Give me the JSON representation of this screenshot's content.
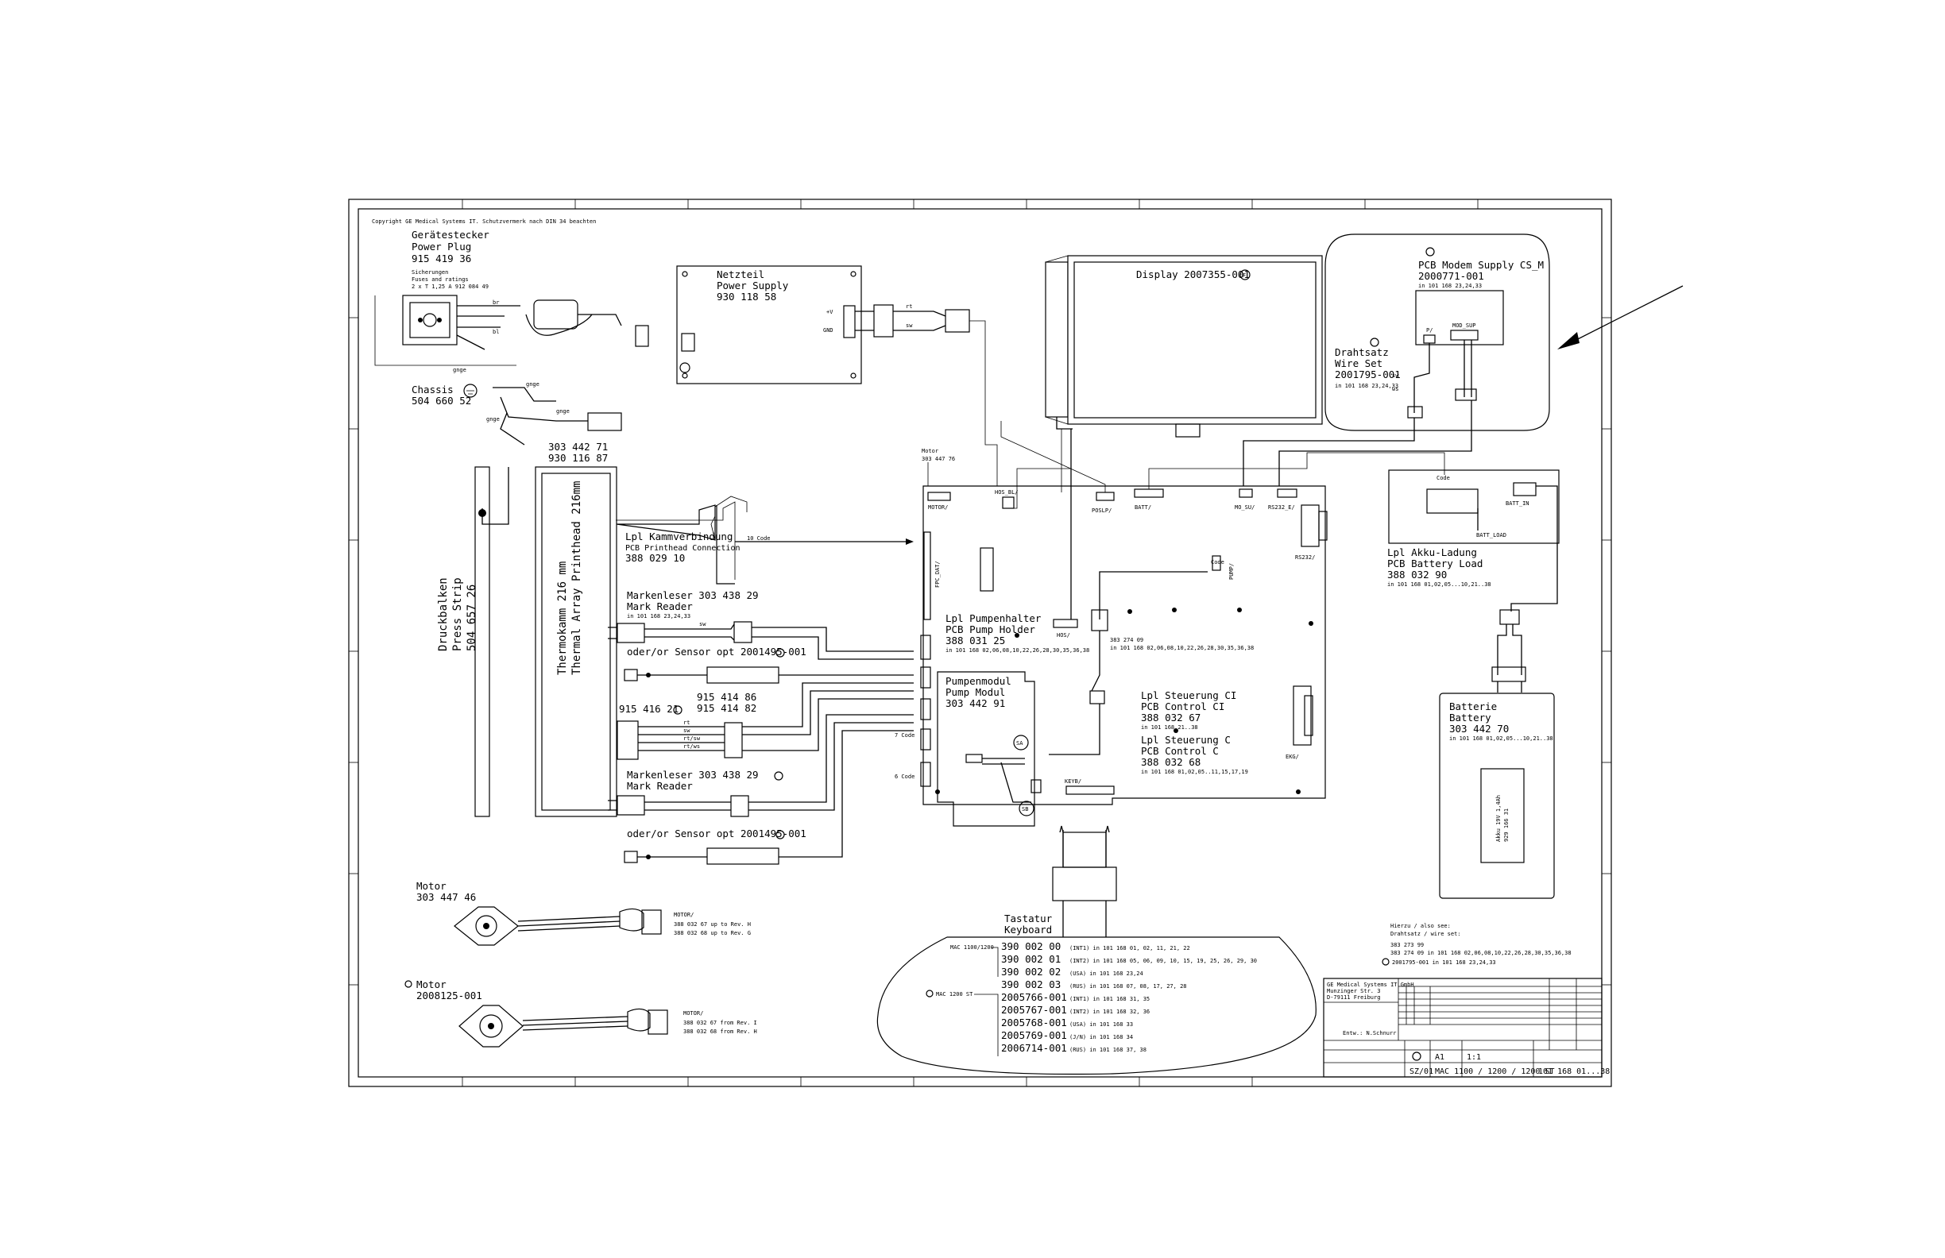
{
  "copyright": "Copyright GE Medical Systems IT. Schutzvermerk nach DIN 34 beachten",
  "power_plug": {
    "de": "Gerätestecker",
    "en": "Power Plug",
    "pn": "915 419 36",
    "fuses_de": "Sicherungen",
    "fuses_en": "Fuses and ratings",
    "fuses_val": "2 x T 1,25 A   912 084 49"
  },
  "power_supply": {
    "de": "Netzteil",
    "en": "Power Supply",
    "pn": "930 118 58"
  },
  "chassis": {
    "de": "Chassis",
    "pn": "504 660 52"
  },
  "display": {
    "label": "Display 2007355-001"
  },
  "modem_supply": {
    "title": "PCB Modem Supply CS_M",
    "pn": "2000771-001",
    "in": "in 101 168 23,24,33",
    "conn_p": "P/",
    "conn_mod": "MOD_SUP"
  },
  "wire_set": {
    "de": "Drahtsatz",
    "en": "Wire Set",
    "pn": "2001795-001",
    "in": "in 101 168 23,24,33"
  },
  "printhead": {
    "pn1": "303 442 71",
    "pn2": "930 116 87",
    "de": "Thermokamm 216 mm",
    "en": "Thermal Array Printhead 216mm"
  },
  "press_strip": {
    "de": "Druckbalken",
    "en": "Press Strip",
    "pn": "504 657 26"
  },
  "kamm": {
    "de": "Lpl Kammverbindung",
    "en": "PCB Printhead Connection",
    "pn": "388 029 10"
  },
  "motor_top": {
    "de": "Motor",
    "pn": "303 447 76"
  },
  "mark_reader1": {
    "de": "Markenleser 303 438 29",
    "en": "Mark Reader",
    "in": "in 101 168 23,24,33"
  },
  "sensor1": {
    "label": "oder/or Sensor opt 2001495-001"
  },
  "pump_holder": {
    "de": "Lpl Pumpenhalter",
    "en": "PCB Pump Holder",
    "pn": "388 031 25",
    "in": "in 101 168 02,06,08,10,22,26,28,30,35,36,38"
  },
  "pump_modul": {
    "de": "Pumpenmodul",
    "en": "Pump Modul",
    "pn": "303 442 91"
  },
  "sub_parts": {
    "a": "915 416 21",
    "b": "915 414 86",
    "c": "915 414 82"
  },
  "mark_reader2": {
    "de": "Markenleser 303 438 29",
    "en": "Mark Reader"
  },
  "sensor2": {
    "label": "oder/or Sensor opt 2001495-001"
  },
  "cable": {
    "pn": "383 274 09",
    "in": "in 101 168 02,06,08,10,22,26,28,30,35,36,38"
  },
  "control_ci": {
    "de": "Lpl Steuerung CI",
    "en": "PCB Control CI",
    "pn": "388 032 67",
    "in": "in 101 168 21..38"
  },
  "control_c": {
    "de": "Lpl Steuerung C",
    "en": "PCB Control C",
    "pn": "388 032 68",
    "in": "in 101 168 01,02,05..11,15,17,19"
  },
  "battery_load": {
    "de": "Lpl Akku-Ladung",
    "en": "PCB Battery Load",
    "pn": "388 032 90",
    "in": "in 101 168 01,02,05...10,21..38",
    "conn_in": "BATT_IN",
    "conn_load": "BATT_LOAD"
  },
  "battery": {
    "de": "Batterie",
    "en": "Battery",
    "pn": "303 442 70",
    "in": "in 101 168 01,02,05...10,21..38",
    "cell1": "Akku 19V 1,4Ah",
    "cell2": "929 166 31"
  },
  "connectors": {
    "hos_bl": "HOS_BL/",
    "poslp": "POSLP/",
    "batt": "BATT/",
    "mo_su": "MO_SU/",
    "rs232_e": "RS232_E/",
    "rs232": "RS232/",
    "motor": "MOTOR/",
    "fpc_dat": "FPC_DAT/",
    "pump": "PUMP/",
    "hos": "HOS/",
    "ekg": "EKG/",
    "keyb": "KEYB/",
    "code10": "10 Code",
    "code7": "7 Code",
    "code6": "6 Code",
    "sa": "SA",
    "sb": "SB"
  },
  "keyboard": {
    "de": "Tastatur",
    "en": "Keyboard",
    "mac_a": "MAC 1100/1200",
    "mac_b": "MAC 1200 ST",
    "parts": [
      {
        "pn": "390 002 00",
        "var": "(INT1) in 101 168 01, 02, 11, 21, 22"
      },
      {
        "pn": "390 002 01",
        "var": "(INT2) in 101 168 05, 06, 09, 10, 15, 19, 25, 26, 29, 30"
      },
      {
        "pn": "390 002 02",
        "var": "(USA) in 101 168 23,24"
      },
      {
        "pn": "390 002 03",
        "var": "(RUS) in 101 168 07, 08, 17, 27, 28"
      },
      {
        "pn": "2005766-001",
        "var": "(INT1) in 101 168 31, 35"
      },
      {
        "pn": "2005767-001",
        "var": "(INT2) in 101 168 32, 36"
      },
      {
        "pn": "2005768-001",
        "var": "(USA) in 101 168 33"
      },
      {
        "pn": "2005769-001",
        "var": "(J/N) in 101 168 34"
      },
      {
        "pn": "2006714-001",
        "var": "(RUS) in 101 168 37, 38"
      }
    ]
  },
  "motor1": {
    "de": "Motor",
    "pn": "303 447 46",
    "conn": "MOTOR/",
    "r1": "388 032 67 up to Rev. H",
    "r2": "388 032 68 up to Rev. G"
  },
  "motor2": {
    "de": "Motor",
    "pn": "2008125-001",
    "conn": "MOTOR/",
    "r1": "388 032 67 from Rev. I",
    "r2": "388 032 68 from Rev. H"
  },
  "also_see": {
    "de": "Hierzu / also see:",
    "sub": "Drahtsatz / wire set:",
    "l1": "383 273 99",
    "l2": "383 274 09    in 101 168 02,06,08,10,22,26,28,30,35,36,38",
    "l3": "2001795-001  in 101 168 23,24,33"
  },
  "title_block": {
    "company": "GE Medical Systems IT GmbH",
    "addr1": "Munzinger Str. 3",
    "addr2": "D-79111 Freiburg",
    "drawn": "Entw.: N.Schnurr",
    "size": "A1",
    "scale": "1:1",
    "sheet": "SZ/01",
    "title": "MAC 1100 / 1200 / 1200 ST",
    "number": "101 168 01...38"
  }
}
